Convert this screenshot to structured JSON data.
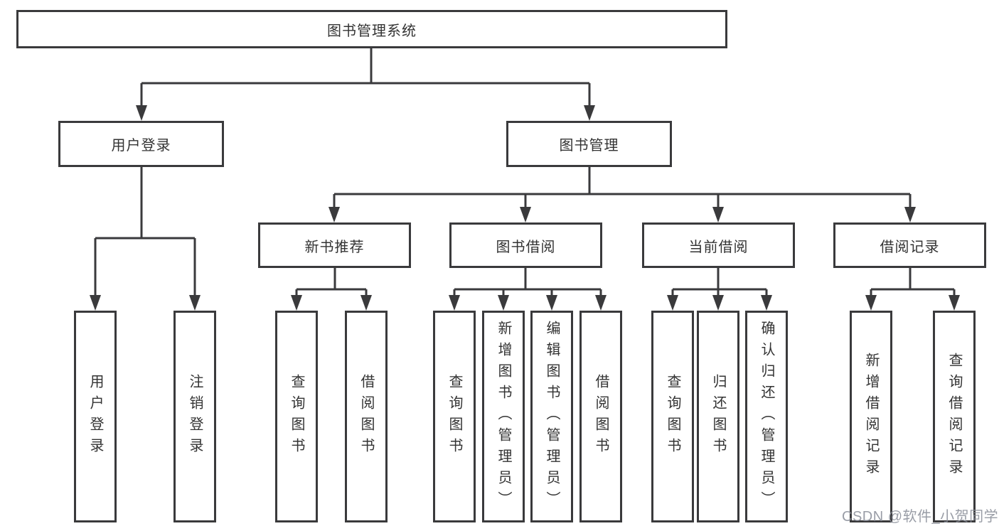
{
  "diagram": {
    "root": {
      "label": "图书管理系统"
    },
    "level2": [
      {
        "id": "user-login",
        "label": "用户登录"
      },
      {
        "id": "book-management",
        "label": "图书管理"
      }
    ],
    "level3": [
      {
        "id": "new-book-recommend",
        "label": "新书推荐"
      },
      {
        "id": "book-borrow",
        "label": "图书借阅"
      },
      {
        "id": "current-borrow",
        "label": "当前借阅"
      },
      {
        "id": "borrow-records",
        "label": "借阅记录"
      }
    ],
    "leaves": [
      {
        "id": "user-login-leaf",
        "parent": "用户登录",
        "label": "用户登录"
      },
      {
        "id": "logout",
        "parent": "用户登录",
        "label": "注销登录"
      },
      {
        "id": "query-books-1",
        "parent": "新书推荐",
        "label": "查询图书"
      },
      {
        "id": "borrow-books-1",
        "parent": "新书推荐",
        "label": "借阅图书"
      },
      {
        "id": "query-books-2",
        "parent": "图书借阅",
        "label": "查询图书"
      },
      {
        "id": "add-books-admin",
        "parent": "图书借阅",
        "label": "新增图书（管理员）"
      },
      {
        "id": "edit-books-admin",
        "parent": "图书借阅",
        "label": "编辑图书（管理员）"
      },
      {
        "id": "borrow-books-2",
        "parent": "图书借阅",
        "label": "借阅图书"
      },
      {
        "id": "query-books-3",
        "parent": "当前借阅",
        "label": "查询图书"
      },
      {
        "id": "return-books",
        "parent": "当前借阅",
        "label": "归还图书"
      },
      {
        "id": "confirm-return-admin",
        "parent": "当前借阅",
        "label": "确认归还（管理员）"
      },
      {
        "id": "add-borrow-record",
        "parent": "借阅记录",
        "label": "新增借阅记录"
      },
      {
        "id": "query-borrow-record",
        "parent": "借阅记录",
        "label": "查询借阅记录"
      }
    ]
  },
  "watermark": {
    "text": "CSDN @软件_小贺同学"
  },
  "colors": {
    "line": "#3a3a3c",
    "text": "#333333",
    "background": "#ffffff",
    "watermark": "#878c96"
  }
}
